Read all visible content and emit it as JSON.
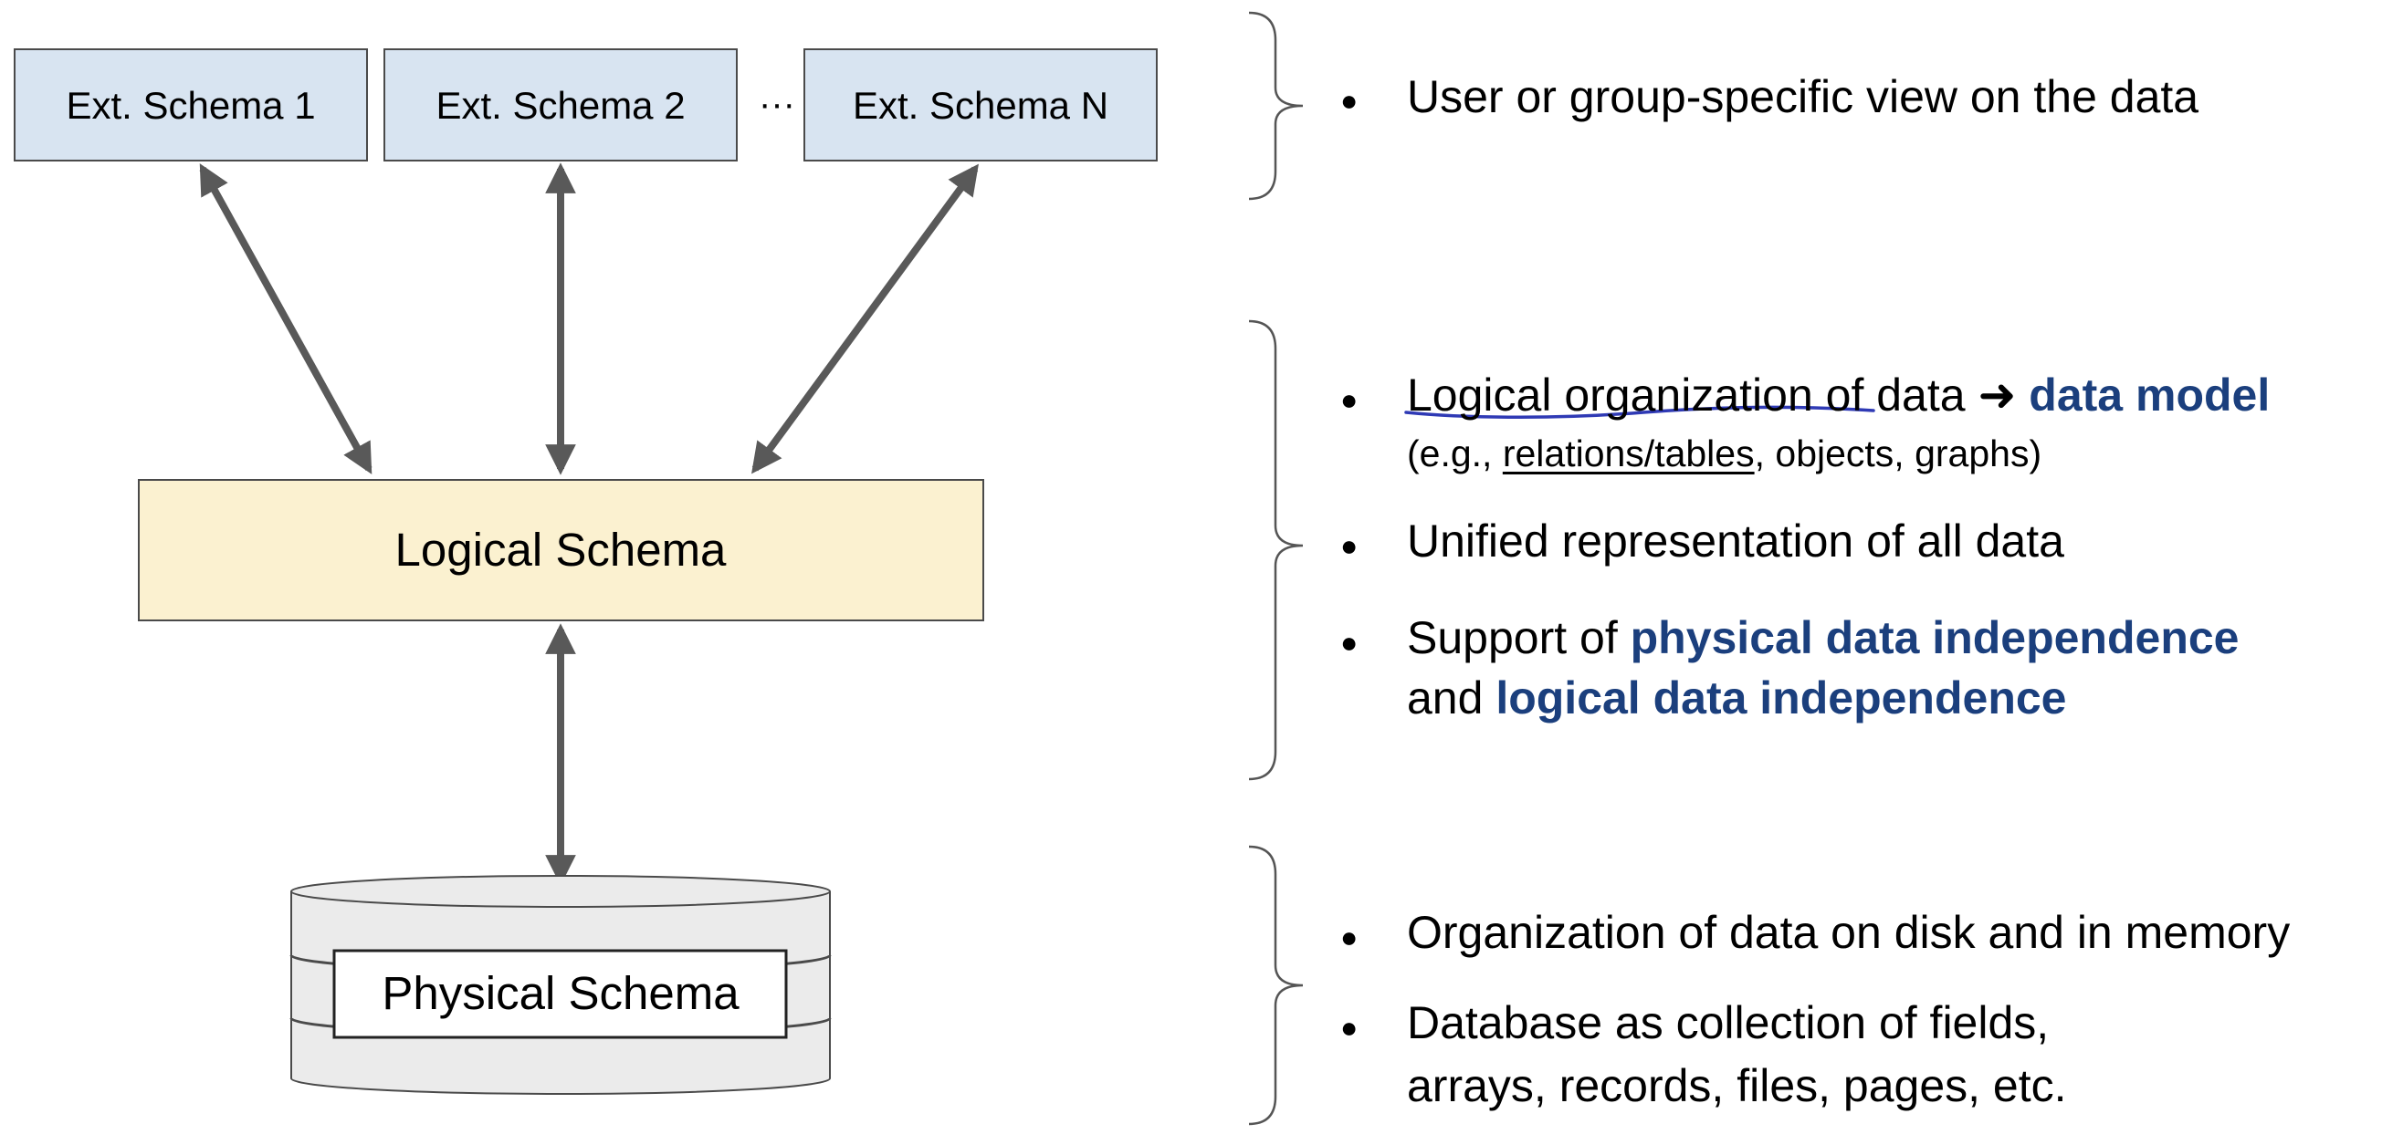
{
  "external": {
    "schema1": "Ext. Schema 1",
    "schema2": "Ext. Schema 2",
    "ellipsis": "···",
    "schemaN": "Ext. Schema N",
    "fill": "#d8e4f1"
  },
  "logical": {
    "label": "Logical Schema",
    "fill": "#fbf1d0"
  },
  "physical": {
    "label": "Physical Schema",
    "fill": "#ebebeb"
  },
  "colors": {
    "arrow": "#595959",
    "highlight": "#1b3f7d",
    "handwriting": "#2f3ab5"
  },
  "right": {
    "external_bullets": [
      {
        "text": "User or group-specific view on the data"
      }
    ],
    "logical_bullets": {
      "b1": {
        "underlined": "Logical organization",
        "text_after": " of data ",
        "arrow": "➜",
        "highlight": "data model",
        "sub_prefix": "(e.g., ",
        "sub_underlined": "relations/tables",
        "sub_rest": ", objects, graphs)"
      },
      "b2": {
        "text": "Unified representation of all data"
      },
      "b3": {
        "prefix": "Support of ",
        "highlight1": "physical data independence",
        "and": "and ",
        "highlight2": "logical data independence"
      }
    },
    "physical_bullets": {
      "b1": {
        "text": "Organization of data on disk and in memory"
      },
      "b2": {
        "line1": "Database as collection of fields,",
        "line2": "arrays, records, files, pages, etc."
      }
    },
    "bullet_char": "●"
  }
}
